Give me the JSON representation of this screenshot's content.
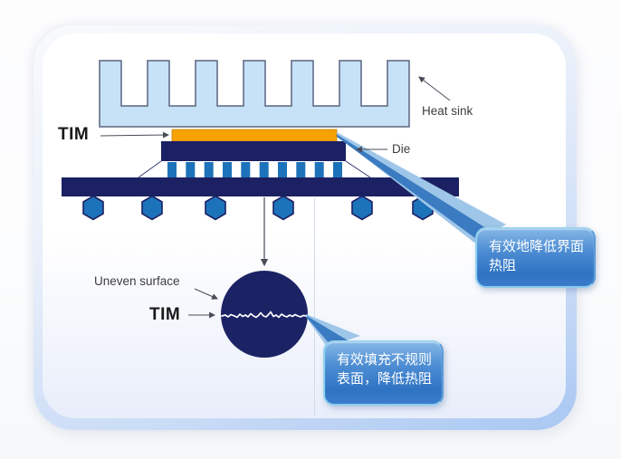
{
  "diagram": {
    "title_context": "Thermal interface material (TIM) schematic",
    "labels": {
      "tim_top": "TIM",
      "heat_sink": "Heat sink",
      "die": "Die",
      "uneven_surface": "Uneven surface",
      "tim_bottom": "TIM"
    },
    "callouts": [
      {
        "line1": "有效地降低界面",
        "line2": "热阻"
      },
      {
        "line1": "有效填充不规则",
        "line2": "表面，降低热阻"
      }
    ],
    "colors": {
      "heat_sink_fill": "#c7e2f6",
      "heat_sink_outline": "#5c6480",
      "tim_fill": "#f6a203",
      "package_navy": "#1b2163",
      "bump_ball_blue": "#1d73ba",
      "magnifier_circle_navy": "#1c2365",
      "wavy_tim_line": "#ffffff",
      "callout_gradient_top": "#84b7e6",
      "callout_gradient_bottom": "#2f73c3",
      "callout_edge_highlight": "#8ed2f0",
      "tail_light_blue": "#9ec6e8",
      "tail_dark_blue": "#3a7bc2",
      "card_border_blue": "#a8c7f2"
    }
  }
}
